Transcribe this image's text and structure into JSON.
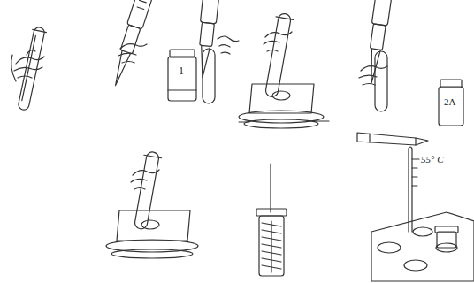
{
  "diagram": {
    "labels": [
      "1",
      "2A",
      "55° C"
    ]
  }
}
